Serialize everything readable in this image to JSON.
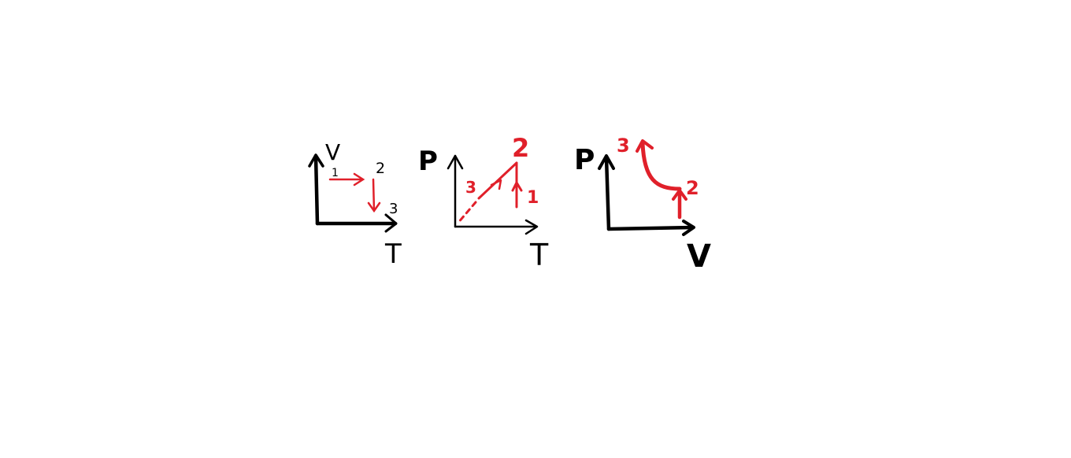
{
  "diagrams": [
    {
      "axes": {
        "y": "V",
        "x": "T"
      },
      "points": [
        "1",
        "2",
        "3"
      ]
    },
    {
      "axes": {
        "y": "P",
        "x": "T"
      },
      "points": [
        "1",
        "2",
        "3"
      ]
    },
    {
      "axes": {
        "y": "P",
        "x": "V"
      },
      "points": [
        "2",
        "3"
      ]
    }
  ],
  "colors": {
    "axis": "#000000",
    "process": "#e0202a"
  }
}
